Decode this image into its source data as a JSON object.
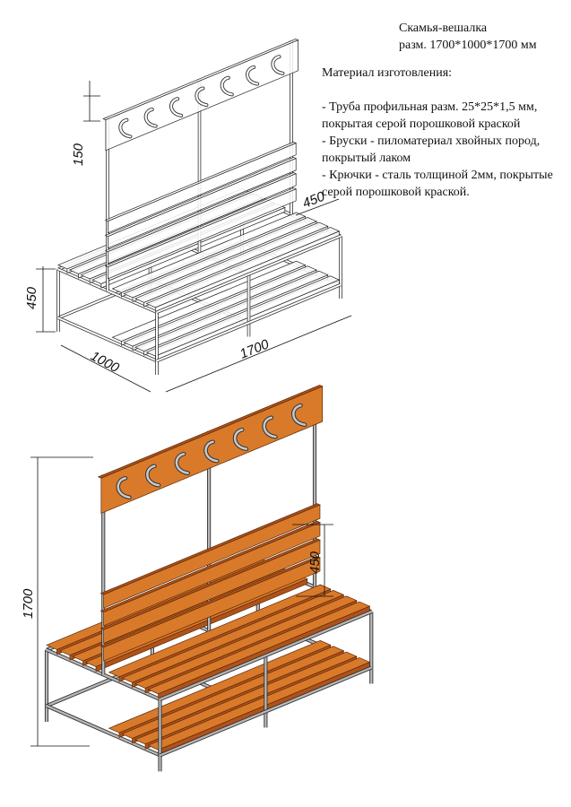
{
  "header": {
    "title": "Скамья-вешалка",
    "size": "разм. 1700*1000*1700 мм"
  },
  "materials": {
    "heading": "Материал изготовления:",
    "items": [
      "- Труба профильная разм. 25*25*1,5 мм, покрытая серой порошковой краской",
      "- Бруски - пиломатериал хвойных пород, покрытый лаком",
      "- Крючки - сталь толщиной 2мм, покрытые серой порошковой краской."
    ]
  },
  "dimensions": {
    "top": {
      "hanger_height": "150",
      "seat_height": "450",
      "seat_depth": "450",
      "depth": "1000",
      "length": "1700"
    },
    "bottom": {
      "height": "1700",
      "backrest_height": "450"
    }
  },
  "colors": {
    "wood_top": "#d97a2b",
    "wood_side": "#b0521a",
    "frame": "#b8b8b8",
    "line": "#222222"
  }
}
